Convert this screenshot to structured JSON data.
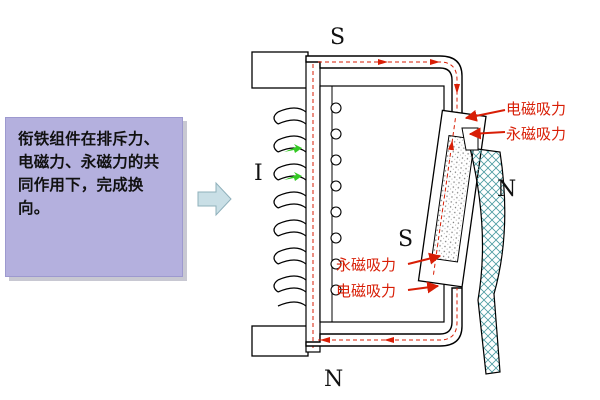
{
  "description_box": {
    "text": "衔铁组件在排斥力、电磁力、永磁力的共同作用下，完成换向。"
  },
  "labels": {
    "top_s": "S",
    "mid_s": "S",
    "coil_i": "I",
    "n_right": "N",
    "n_bottom": "N"
  },
  "forces": {
    "right_electromagnetic": "电磁吸力",
    "right_permanent": "永磁吸力",
    "left_permanent": "永磁吸力",
    "left_electromagnetic": "电磁吸力"
  },
  "colors": {
    "box_fill": "#b4b0de",
    "arrow_fill": "#c9dfe6",
    "force_color": "#d81e06",
    "coil_arrow": "#34c924"
  }
}
